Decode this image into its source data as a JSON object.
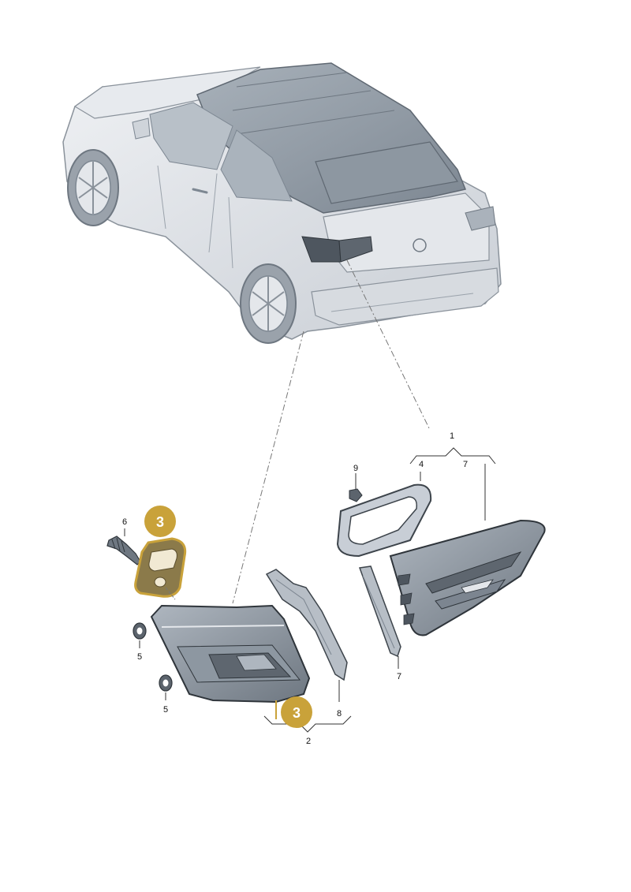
{
  "labels": {
    "p1": "1",
    "p2": "2",
    "p4": "4",
    "p5a": "5",
    "p5b": "5",
    "p6": "6",
    "p7a": "7",
    "p7b": "7",
    "p8": "8",
    "p9": "9"
  },
  "highlight": {
    "badge_top": "3",
    "badge_bottom": "3"
  },
  "colors": {
    "highlight": "#c9a23a",
    "part_fill": "#c8ced6",
    "part_dark": "#7c8590",
    "car_fill": "#dde1e6",
    "roof_fill": "#9aa4ae",
    "lamp_fill": "#4e565f"
  }
}
